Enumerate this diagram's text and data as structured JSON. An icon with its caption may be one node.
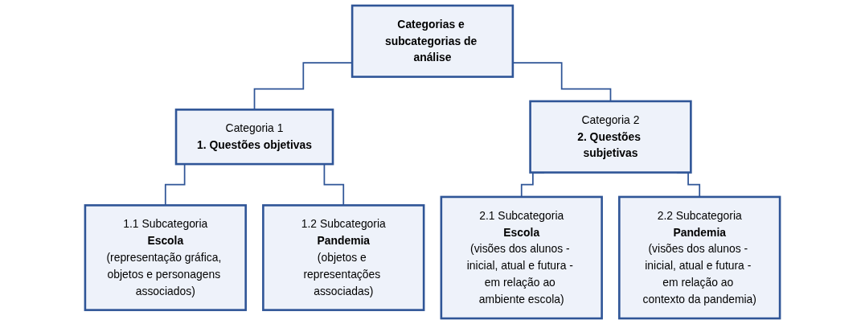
{
  "diagram": {
    "nodes": [
      {
        "text": [
          "Categorias e subcategorias de análise"
        ]
      },
      {
        "text": [
          "Categoria 1",
          "1. Questões objetivas"
        ]
      },
      {
        "text": [
          "Categoria 2",
          "2. Questões subjetivas"
        ]
      },
      {
        "text": [
          "1.1 Subcategoria",
          "Escola",
          "(representação gráfica, objetos e personagens associados)"
        ]
      },
      {
        "text": [
          "1.2 Subcategoria",
          "Pandemia",
          "(objetos e representações associadas)"
        ]
      },
      {
        "text": [
          "2.1 Subcategoria",
          "Escola",
          "(visões dos alunos - inicial, atual e futura - em relação ao ambiente escola)"
        ]
      },
      {
        "text": [
          "2.2 Subcategoria",
          "Pandemia",
          "(visões dos alunos - inicial, atual e futura - em relação ao contexto da pandemia)"
        ]
      }
    ],
    "edges": [
      {
        "from": 0,
        "to": 1,
        "arrow": "none"
      },
      {
        "from": 0,
        "to": 2,
        "arrow": "none"
      },
      {
        "from": 1,
        "to": 3,
        "arrow": "none"
      },
      {
        "from": 1,
        "to": 4,
        "arrow": "none"
      },
      {
        "from": 2,
        "to": 5,
        "arrow": "none"
      },
      {
        "from": 2,
        "to": 6,
        "arrow": "none"
      }
    ]
  }
}
